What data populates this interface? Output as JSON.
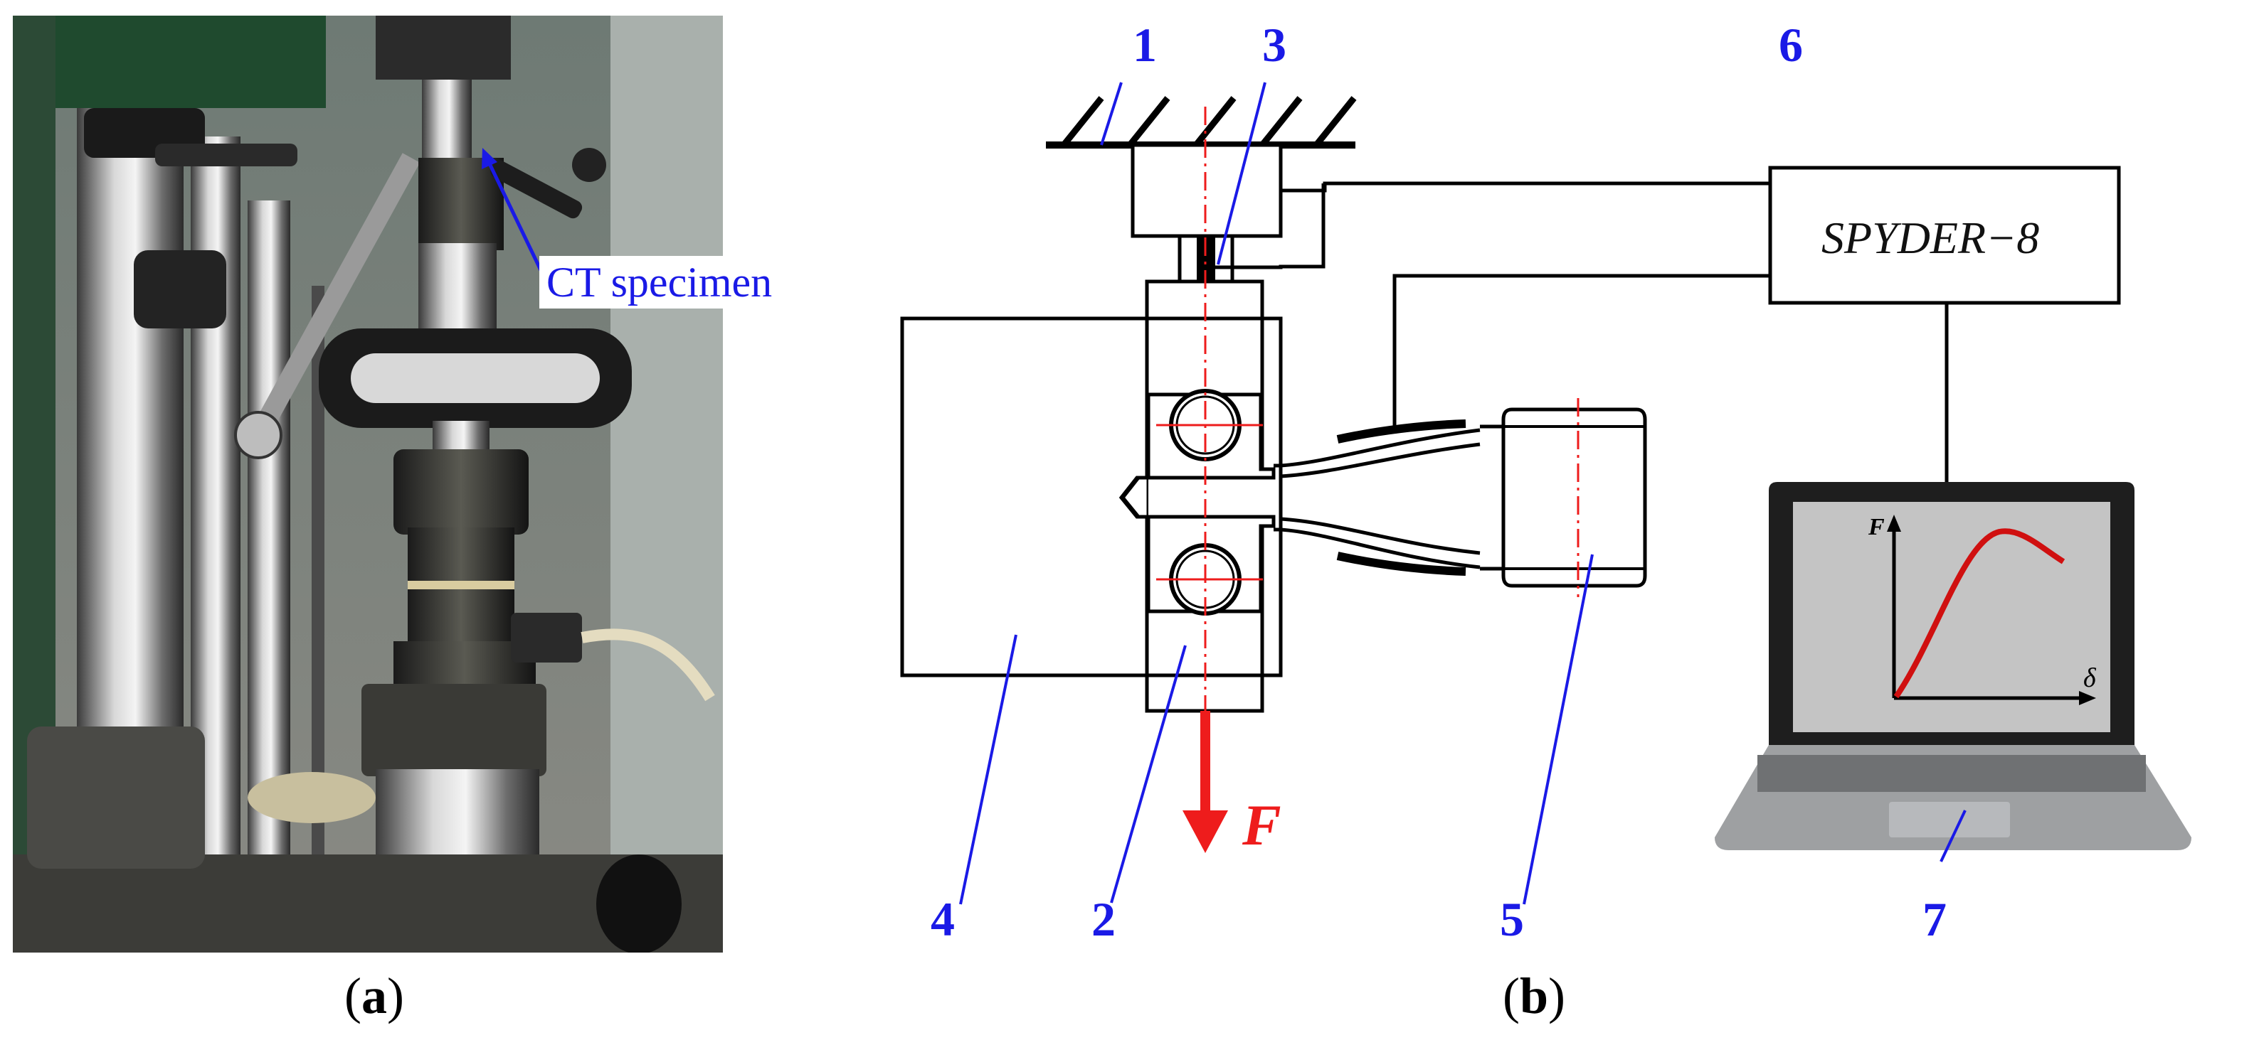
{
  "panel_a": {
    "caption_open": "(",
    "caption_letter": "a",
    "caption_close": ")",
    "annotation": "CT specimen",
    "annotation_color": "#1a1ae6"
  },
  "panel_b": {
    "caption_open": "(",
    "caption_letter": "b",
    "caption_close": ")",
    "labels": {
      "n1": "1",
      "n2": "2",
      "n3": "3",
      "n4": "4",
      "n5": "5",
      "n6": "6",
      "n7": "7"
    },
    "controller_name": "SPYDER−8",
    "force_label": "F",
    "plot_y_label": "F",
    "plot_x_label": "δ",
    "label_color": "#1a1ae6",
    "force_color": "#ee1c1c",
    "curve_color": "#d01010"
  }
}
